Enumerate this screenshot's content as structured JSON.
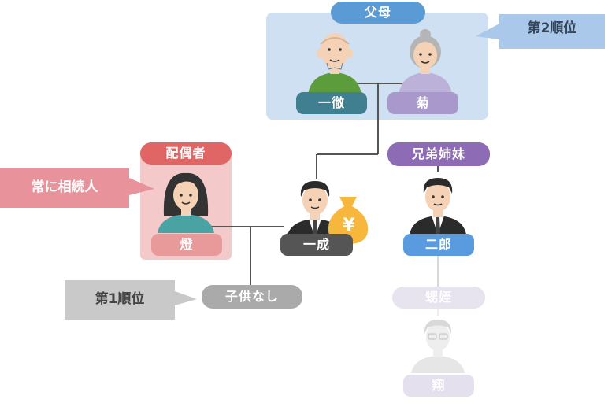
{
  "parents": {
    "group_label": "父母",
    "father_name": "一徹",
    "mother_name": "菊",
    "callout": "第2順位"
  },
  "spouse": {
    "group_label": "配偶者",
    "name": "燈",
    "callout": "常に相続人"
  },
  "decedent": {
    "name": "一成",
    "money_symbol": "¥"
  },
  "siblings": {
    "group_label": "兄弟姉妹",
    "brother_name": "二郎"
  },
  "children": {
    "label": "子供なし",
    "callout": "第1順位"
  },
  "nephew": {
    "label": "甥姪",
    "name": "翔"
  },
  "colors": {
    "parents_bg": "#cfe0f3",
    "parents_label": "#5b9bd5",
    "father_tag": "#3f7f8f",
    "mother_tag": "#a898cc",
    "spouse_bg": "#f4c9c9",
    "spouse_label": "#e06666",
    "spouse_tag": "#e89a9a",
    "decedent_tag": "#555555",
    "siblings_label": "#8e6bb5",
    "brother_tag": "#5a9be0",
    "children_pill": "#aaaaaa",
    "callout_gray": "#c9c9c9",
    "faded": "#e4e0ee",
    "money": "#f6b73c"
  },
  "icons": [
    "male-elderly-icon",
    "female-elderly-icon",
    "female-person-icon",
    "male-suit-icon",
    "money-bag-icon",
    "male-glasses-icon"
  ]
}
